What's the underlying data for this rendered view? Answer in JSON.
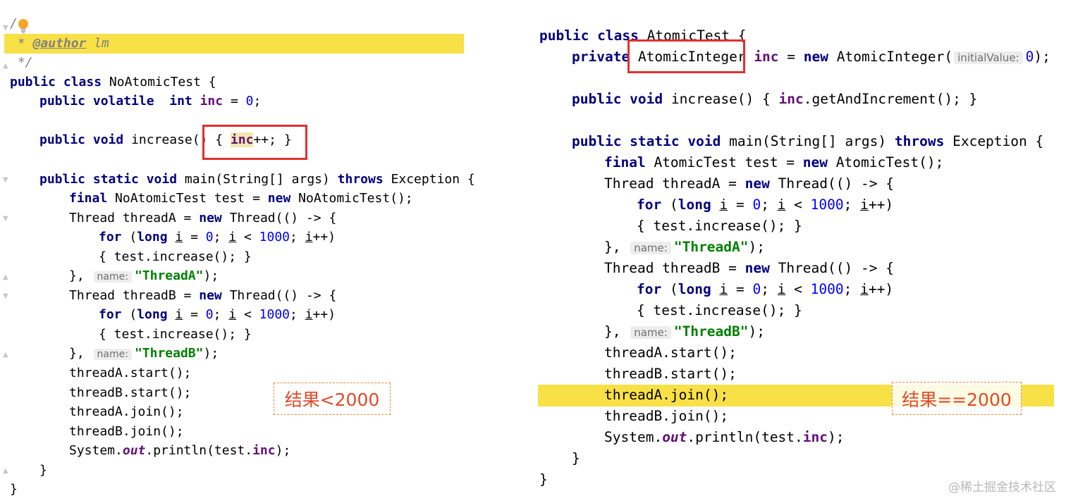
{
  "left": {
    "doc_comment": {
      "open": "/",
      "author_tag": "@author",
      "author_name": "lm",
      "close": "*/"
    },
    "class_decl": {
      "kw": "public class",
      "name": "NoAtomicTest",
      "brace": "{"
    },
    "field_decl": {
      "kw": "public volatile  int",
      "name": "inc",
      "rest": " = ",
      "value": "0",
      "end": ";"
    },
    "increase": {
      "kw": "public void",
      "sig": "increase() { ",
      "field": "inc",
      "rest": "++; }"
    },
    "main": {
      "kw": "public static void",
      "sig": "main(String[] args)",
      "throws": "throws",
      "exc": "Exception {"
    },
    "test_decl": {
      "kw": "final",
      "type": "NoAtomicTest test = ",
      "new": "new",
      "rest": "NoAtomicTest();"
    },
    "threadA_decl": {
      "type": "Thread threadA = ",
      "new": "new",
      "rest": "Thread(() -> {"
    },
    "threadB_decl": {
      "type": "Thread threadB = ",
      "new": "new",
      "rest": "Thread(() -> {"
    },
    "for_loop": {
      "for": "for",
      "open": "(",
      "long": "long",
      "i": "i",
      "eq": " = ",
      "zero": "0",
      "semi": "; ",
      "cmp": " < ",
      "limit": "1000",
      "semi2": "; ",
      "inc": "++)"
    },
    "body_call": "{ test.increase(); }",
    "closeA": {
      "pre": "}, ",
      "hint": "name:",
      "str": "\"ThreadA\"",
      "end": ");"
    },
    "closeB": {
      "pre": "}, ",
      "hint": "name:",
      "str": "\"ThreadB\"",
      "end": ");"
    },
    "startA": "threadA.start();",
    "startB": "threadB.start();",
    "joinA": "threadA.join();",
    "joinB": "threadB.join();",
    "print": {
      "pre": "System.",
      "out": "out",
      "mid": ".println(test.",
      "field": "inc",
      "end": ");"
    },
    "close_method": "}",
    "close_class": "}",
    "result": "结果<2000"
  },
  "right": {
    "class_decl": {
      "kw": "public class",
      "name": "AtomicTest {"
    },
    "field_decl": {
      "kw": "private",
      "type": "AtomicInteger",
      "name": "inc",
      "eq": " = ",
      "new": "new",
      "ctor": "AtomicInteger(",
      "hint": "initialValue:",
      "value": "0",
      "end": ");"
    },
    "increase": {
      "kw": "public void",
      "sig": "increase() { ",
      "field": "inc",
      "rest": ".getAndIncrement(); }"
    },
    "main": {
      "kw": "public static void",
      "sig": "main(String[] args)",
      "throws": "throws",
      "exc": "Exception {"
    },
    "test_decl": {
      "kw": "final",
      "type": "AtomicTest test = ",
      "new": "new",
      "rest": "AtomicTest();"
    },
    "threadA_decl": {
      "type": "Thread threadA = ",
      "new": "new",
      "rest": "Thread(() -> {"
    },
    "threadB_decl": {
      "type": "Thread threadB = ",
      "new": "new",
      "rest": "Thread(() -> {"
    },
    "for_loop": {
      "for": "for",
      "open": "(",
      "long": "long",
      "i": "i",
      "eq": " = ",
      "zero": "0",
      "semi": "; ",
      "cmp": " < ",
      "limit": "1000",
      "semi2": "; ",
      "inc": "++)"
    },
    "body_call": "{ test.increase(); }",
    "closeA": {
      "pre": "}, ",
      "hint": "name:",
      "str": "\"ThreadA\"",
      "end": ");"
    },
    "closeB": {
      "pre": "}, ",
      "hint": "name:",
      "str": "\"ThreadB\"",
      "end": ");"
    },
    "startA": "threadA.start();",
    "startB": "threadB.start();",
    "joinA": "threadA.join();",
    "joinB": "threadB.join();",
    "print": {
      "pre": "System.",
      "out": "out",
      "mid": ".println(test.",
      "field": "inc",
      "end": ");"
    },
    "close_method": "}",
    "close_class": "}",
    "result": "结果==2000"
  },
  "watermark": "@稀土掘金技术社区",
  "colors": {
    "highlight": "#f8e047",
    "red_box": "#e03131",
    "result_text": "#e04a2a",
    "result_border": "#ee8a3a"
  }
}
